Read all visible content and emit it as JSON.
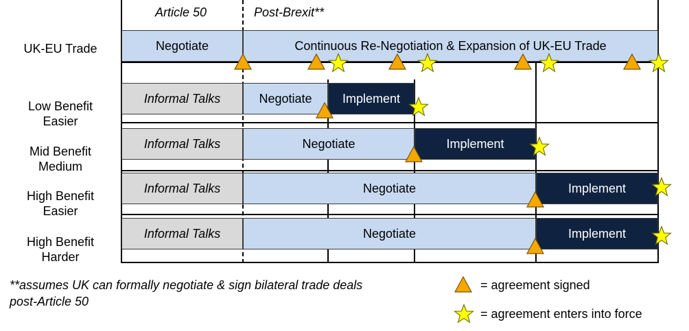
{
  "headers": {
    "article50": "Article 50",
    "postbrexit": "Post-Brexit**"
  },
  "rows": [
    {
      "label": "UK-EU Trade"
    },
    {
      "label": "Low Benefit\nEasier"
    },
    {
      "label": "Mid Benefit\nMedium"
    },
    {
      "label": "High Benefit\nEasier"
    },
    {
      "label": "High Benefit\nHarder"
    }
  ],
  "bars": {
    "ukeu_negotiate": "Negotiate",
    "ukeu_continuous": "Continuous Re-Negotiation & Expansion of UK-EU Trade",
    "low_informal": "Informal Talks",
    "low_negotiate": "Negotiate",
    "low_implement": "Implement",
    "mid_informal": "Informal Talks",
    "mid_negotiate": "Negotiate",
    "mid_implement": "Implement",
    "highe_informal": "Informal Talks",
    "highe_negotiate": "Negotiate",
    "highe_implement": "Implement",
    "highh_informal": "Informal Talks",
    "highh_negotiate": "Negotiate",
    "highh_implement": "Implement"
  },
  "footnote": {
    "line1": "**assumes UK can formally negotiate & sign bilateral trade deals",
    "line2": "post-Article 50"
  },
  "legend": {
    "signed": "= agreement signed",
    "force": "= agreement enters into force"
  },
  "icons": {
    "signed": "triangle-icon",
    "force": "star-icon"
  },
  "colors": {
    "light_bar": "#c6d9f0",
    "gray_bar": "#d9d9d9",
    "dark_bar": "#0f2340",
    "triangle": "#f5a800",
    "star": "#ffff00"
  }
}
